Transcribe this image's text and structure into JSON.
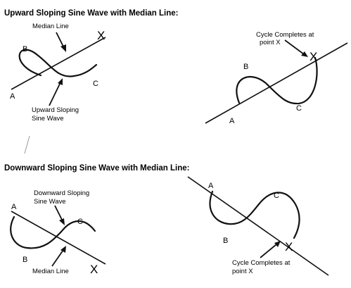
{
  "diagrams": [
    {
      "title": "Upward Sloping Sine Wave with Median Line:",
      "left": {
        "point_a": "A",
        "point_b": "B",
        "point_c": "C",
        "point_x": "X",
        "median_label": "Median Line",
        "wave_label_1": "Upward Sloping",
        "wave_label_2": "Sine Wave"
      },
      "right": {
        "point_a": "A",
        "point_b": "B",
        "point_c": "C",
        "point_x": "X",
        "cycle_label_1": "Cycle Completes at",
        "cycle_label_2": "point  X"
      }
    },
    {
      "title": "Downward Sloping Sine Wave with Median Line:",
      "left": {
        "point_a": "A",
        "point_b": "B",
        "point_c": "C",
        "point_x": "X",
        "wave_label_1": "Downward Sloping",
        "wave_label_2": "Sine Wave",
        "median_label": "Median Line"
      },
      "right": {
        "point_a": "A",
        "point_b": "B",
        "point_c": "C",
        "point_x": "X",
        "cycle_label_1": "Cycle Completes at",
        "cycle_label_2": "point  X"
      }
    }
  ]
}
